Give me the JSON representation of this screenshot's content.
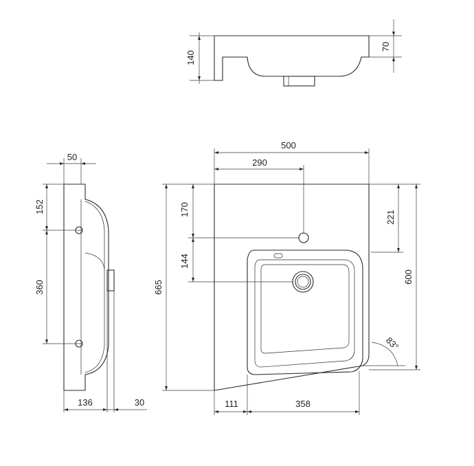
{
  "dimensions": {
    "top_height": "140",
    "top_rim": "70",
    "side_depth_top": "50",
    "side_hole_top": "152",
    "side_hole_spacing": "360",
    "side_depth": "136",
    "side_trap": "30",
    "front_width": "500",
    "front_tap_offset": "290",
    "front_tap_height": "170",
    "front_drain_height": "144",
    "front_total_height": "665",
    "front_right_tap": "221",
    "front_right_height": "600",
    "front_angle": "83°",
    "front_bottom_left": "111",
    "front_bottom_bowl": "358"
  }
}
